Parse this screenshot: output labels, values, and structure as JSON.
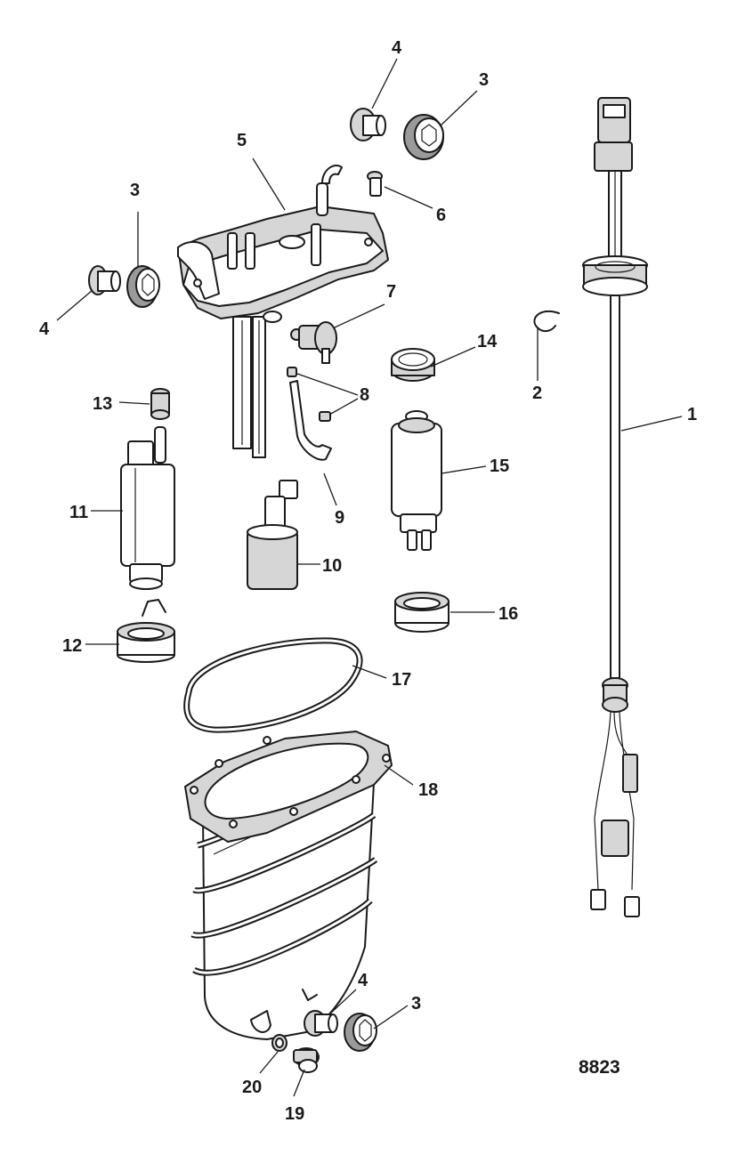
{
  "figure_number": "8823",
  "callouts": [
    {
      "id": "c4-top",
      "text": "4"
    },
    {
      "id": "c3-top",
      "text": "3"
    },
    {
      "id": "c5",
      "text": "5"
    },
    {
      "id": "c6",
      "text": "6"
    },
    {
      "id": "c3-left",
      "text": "3"
    },
    {
      "id": "c4-left",
      "text": "4"
    },
    {
      "id": "c7",
      "text": "7"
    },
    {
      "id": "c8",
      "text": "8"
    },
    {
      "id": "c14",
      "text": "14"
    },
    {
      "id": "c2",
      "text": "2"
    },
    {
      "id": "c1",
      "text": "1"
    },
    {
      "id": "c13",
      "text": "13"
    },
    {
      "id": "c11",
      "text": "11"
    },
    {
      "id": "c15",
      "text": "15"
    },
    {
      "id": "c9",
      "text": "9"
    },
    {
      "id": "c10",
      "text": "10"
    },
    {
      "id": "c16",
      "text": "16"
    },
    {
      "id": "c12",
      "text": "12"
    },
    {
      "id": "c17",
      "text": "17"
    },
    {
      "id": "c18",
      "text": "18"
    },
    {
      "id": "c4-bottom",
      "text": "4"
    },
    {
      "id": "c3-bottom",
      "text": "3"
    },
    {
      "id": "c20",
      "text": "20"
    },
    {
      "id": "c19",
      "text": "19"
    }
  ]
}
